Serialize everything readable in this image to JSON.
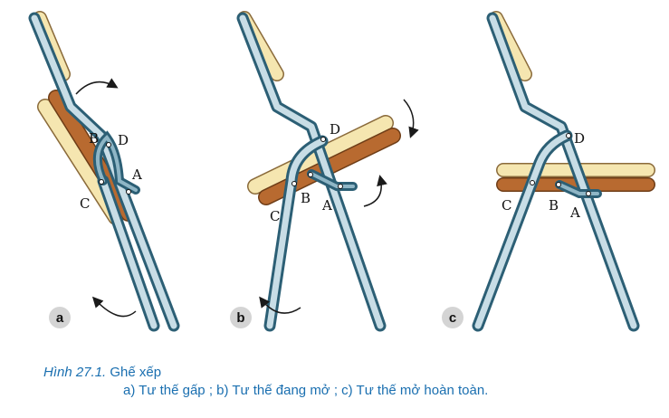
{
  "caption": {
    "label": "Hình 27.1.",
    "title": "Ghế xếp",
    "subtitle": "a) Tư thế gấp ; b) Tư thế đang mở ; c) Tư thế mở hoàn toàn."
  },
  "panels": [
    {
      "badge": "a",
      "points": {
        "A": "A",
        "B": "B",
        "C": "C",
        "D": "D"
      }
    },
    {
      "badge": "b",
      "points": {
        "A": "A",
        "B": "B",
        "C": "C",
        "D": "D"
      }
    },
    {
      "badge": "c",
      "points": {
        "A": "A",
        "B": "B",
        "C": "C",
        "D": "D"
      }
    }
  ],
  "colors": {
    "caption_text": "#1a6fb0",
    "frame_tube": "#3d7d97",
    "frame_highlight": "#c8dde6",
    "seat_wood": "#b86a30",
    "seat_cushion": "#f5e6b0",
    "badge_fill": "#d4d4d4"
  }
}
